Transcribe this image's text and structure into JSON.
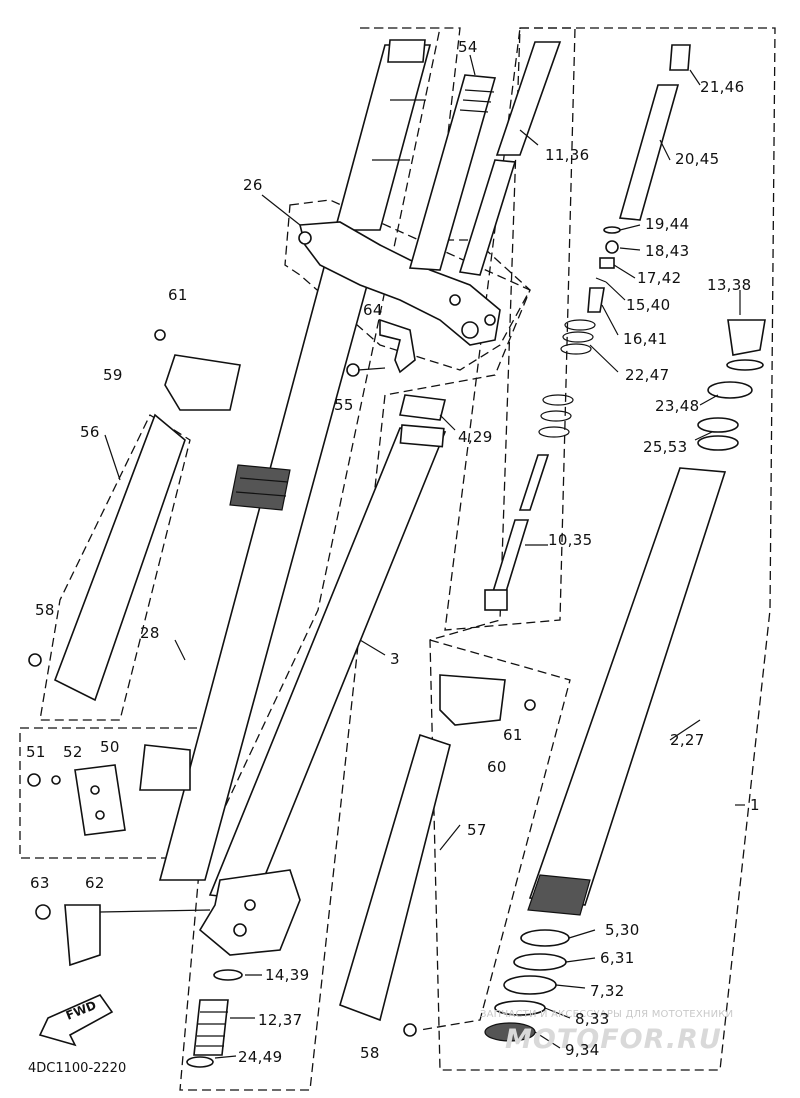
{
  "diagram": {
    "code": "4DC1100-2220",
    "fwd_label": "FWD",
    "watermark": {
      "line1": "ЗАПЧАСТИ И АКСЕССУАРЫ ДЛЯ МОТОТЕХНИКИ",
      "line2": "MOTOFOR.RU"
    },
    "labels": {
      "p54": "54",
      "p11_36": "11,36",
      "p21_46": "21,46",
      "p20_45": "20,45",
      "p26": "26",
      "p19_44": "19,44",
      "p18_43": "18,43",
      "p17_42": "17,42",
      "p13_38": "13,38",
      "p15_40": "15,40",
      "p61a": "61",
      "p64": "64",
      "p16_41": "16,41",
      "p59": "59",
      "p22_47": "22,47",
      "p55": "55",
      "p23_48": "23,48",
      "p56": "56",
      "p4_29": "4,29",
      "p25_53": "25,53",
      "p10_35": "10,35",
      "p58a": "58",
      "p28": "28",
      "p3": "3",
      "p61b": "61",
      "p2_27": "2,27",
      "p51": "51",
      "p52": "52",
      "p50": "50",
      "p60": "60",
      "p1": "1",
      "p57": "57",
      "p63": "63",
      "p62": "62",
      "p5_30": "5,30",
      "p6_31": "6,31",
      "p14_39": "14,39",
      "p7_32": "7,32",
      "p12_37": "12,37",
      "p8_33": "8,33",
      "p58b": "58",
      "p9_34": "9,34",
      "p24_49": "24,49"
    }
  }
}
